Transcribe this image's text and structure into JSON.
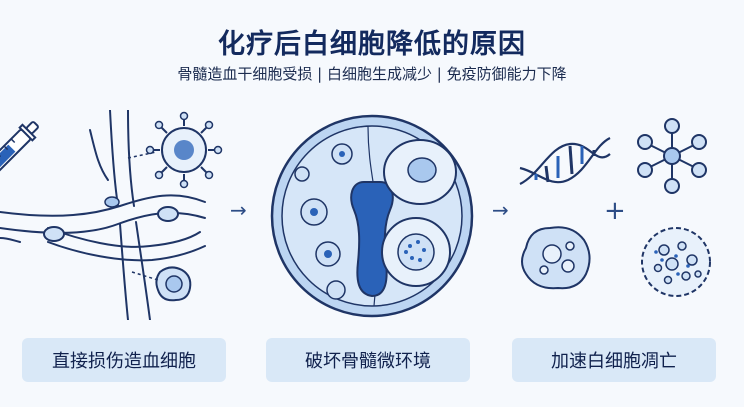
{
  "title": "化疗后白细胞降低的原因",
  "subtitle": "骨髓造血干细胞受损 | 白细胞生成减少 | 免疫防御能力下降",
  "labels": [
    "直接损伤造血细胞",
    "破坏骨髓微环境",
    "加速白细胞凋亡"
  ],
  "symbols": {
    "arrow": "→",
    "plus": "+"
  },
  "colors": {
    "line": "#1f3566",
    "accent_blue": "#2a62b8",
    "fill_light": "#cfe1f6",
    "fill_mid": "#a9c8ee",
    "label_bg": "#d9e8f7"
  }
}
